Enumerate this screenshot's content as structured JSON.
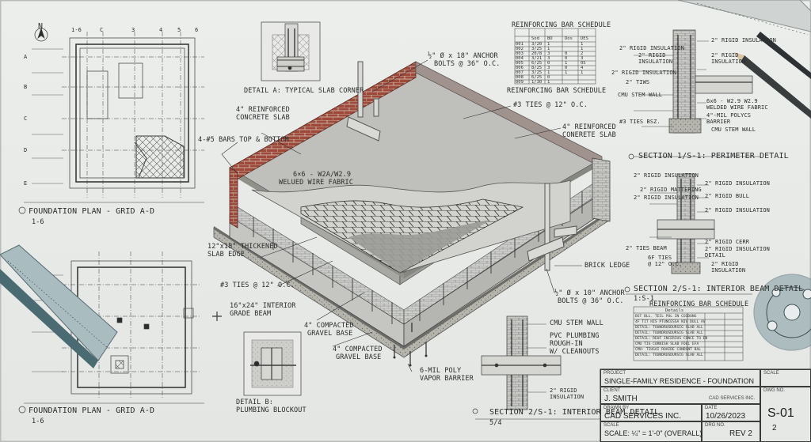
{
  "plans": {
    "north_label": "N",
    "plan_a_title": "FOUNDATION PLAN - GRID A-D",
    "plan_a_scale": "1-6",
    "plan_a_note": "4-#5 BARS TOP & BOTTOM",
    "plan_b_title": "FOUNDATION PLAN - GRID A-D",
    "plan_b_scale": "1-6",
    "grid_top": [
      "1-6",
      "C",
      "3",
      "4",
      "5",
      "6"
    ],
    "grid_side": [
      "A",
      "B",
      "C",
      "D",
      "E"
    ]
  },
  "detail_a": {
    "title": "DETAIL A: TYPICAL SLAB CORNER"
  },
  "detail_b": {
    "title": "DETAIL B:",
    "subtitle": "PLUMBING BLOCKOUT"
  },
  "iso_callouts": {
    "anchor_bolts_top": "½\" Ø x 18\" ANCHOR",
    "anchor_bolts_top_2": "BOLTS @ 36\" O.C.",
    "slab_left": "4\" REINFORCED",
    "slab_left_2": "CONCRETE SLAB",
    "ties_top": "#3 TIES @ 12\" O.C.",
    "slab_right": "4\" REINFORCED",
    "slab_right_2": "CONERETE SLAB",
    "wire_fabric": "6×6 - W2A/W2.9",
    "wire_fabric_2": "WELUED WIRE FABRIC",
    "thick_edge": "12\"x18\" THICKENED",
    "thick_edge_2": "SLAB EDGE",
    "ties_left": "#3 TIES @ 12\" O.C.",
    "grade_beam": "16\"x24\" INTERIOR",
    "grade_beam_2": "GRADE BEAM",
    "gravel_1": "4\" COMPACTED",
    "gravel_1b": "GRAVEL BASE",
    "gravel_2": "4\" COMPACTED",
    "gravel_2b": "GRAVEL BASE",
    "vapor": "6-MIL POLY",
    "vapor_2": "VAPOR BARRIER",
    "brick_ledge": "BRICK LEDGE",
    "anchor_bolts_bot": "½\" Ø x 10\" ANCHOR",
    "anchor_bolts_bot_2": "BOLTS @ 36\" O.C."
  },
  "schedule_top": {
    "title": "REINFORCING BAR SCHEDULE",
    "subtitle": "REINFORCING BAR SCHEDULE",
    "headers": [
      "",
      "Sod",
      "BO",
      "Dos",
      "DES"
    ],
    "rows": [
      [
        "001",
        "3/20",
        "1",
        "",
        "1"
      ],
      [
        "002",
        "3/25",
        "1",
        "",
        "1"
      ],
      [
        "003",
        "20/8",
        "3",
        "0",
        "2"
      ],
      [
        "004",
        "3/21",
        "3",
        "0",
        "3"
      ],
      [
        "005",
        "6/25",
        "0",
        "1",
        "05"
      ],
      [
        "006",
        "8/25",
        "3",
        "0",
        "4"
      ],
      [
        "007",
        "3/25",
        "1",
        "1",
        "1"
      ],
      [
        "008",
        "6/25",
        "0",
        "",
        ""
      ],
      [
        "009",
        "1/30",
        "1",
        "",
        ""
      ]
    ]
  },
  "section1": {
    "title": "SECTION 1/S-1: PERIMETER DETAIL",
    "n1": "2\" RIGID INSULATION",
    "n2": "2\" RIGID",
    "n2b": "INSULATION",
    "n3": "2\" RIGID INSULATION",
    "n4": "2\" TIWS",
    "n5": "CMU STEM WALL",
    "n6": "2\" RIGID",
    "n6b": "INSULATION",
    "n7": "#3 TIES BSZ.",
    "n8": "6x6 - W2.9 W2.9",
    "n8b": "WELDED WIRE FABRIC",
    "n9": "4\"-MIL POLYCS",
    "n9b": "BARRIER",
    "n10": "CMU STEM WALL"
  },
  "section2": {
    "title": "SECTION 2/S-1: INTERIOR BEAM DETAIL",
    "scale": "1:S-1",
    "n1": "2\" RIGID INSULATION",
    "n2": "2\" RIGID MATTERING",
    "n3": "2\" RIGID INSULATION",
    "n4": "2\" RIGID INSULATION",
    "n5": "2\" RIGID BULL",
    "n6": "2\" RIGID INSULATION",
    "n7": "2\" RIGID CERR",
    "n8": "2\" TIES BEAM",
    "n9": "2\" RIGID INSULATION",
    "n9b": "DETAIL",
    "n10": "6F TIES",
    "n10b": "@ 12\" O.C.",
    "n11": "2\" RIGID",
    "n11b": "INSULATION"
  },
  "section3": {
    "title": "SECTION 2/S-1: INTERIOR BEAM DETAIL",
    "scale": "5/4",
    "n1": "CMU STEM WALL",
    "n2": "PVC PLUMBING",
    "n2b": "ROUGH-IN",
    "n2c": "W/ CLEANOUTS",
    "n3": "2\" RIGID",
    "n3b": "INSULATION"
  },
  "schedule_bot": {
    "title": "REINFORCING BAR SCHEDULE",
    "header": "Details",
    "rows": [
      "BST BLL. TEIL POL IN COIDUNG",
      "4F TIT HIS PTUNCESSA NIV DULL AV",
      "DETAIL: TOUNDRUSDURSIG SLAB ALL",
      "DETAIL: TOUNDRUSDURSIG SLAB ALL",
      "DETAIL: REUF INCERIUS CONCE TO EN",
      "CMU TIS CORNISH SLAB FOEL EFA",
      "CMU: TIUSAI ROAIDE CONDSNT BAL",
      "DETAIL: TOUNDRUSDURSIG SLAB ALL"
    ]
  },
  "title_block": {
    "project_label": "PROJECT",
    "project": "SINGLE-FAMILY RESIDENCE - FOUNDATION",
    "client_label": "CLIENT",
    "client": "J. SMITH",
    "client_note": "CAD SERVICES INC.",
    "drawn_label": "DRAWN BY",
    "drawn": "CAD SERVICES INC.",
    "date_label": "DATE",
    "date": "10/26/2023",
    "scale_label": "SCALE",
    "scale": "SCALE: ¼\" = 1'-0\" (OVERALL)",
    "rev_label": "DRG NO.",
    "rev": "REV 2",
    "scale_hdr": "SCALE",
    "dwg_label": "DWG NO.",
    "dwg": "S-01",
    "sheet": "2"
  }
}
